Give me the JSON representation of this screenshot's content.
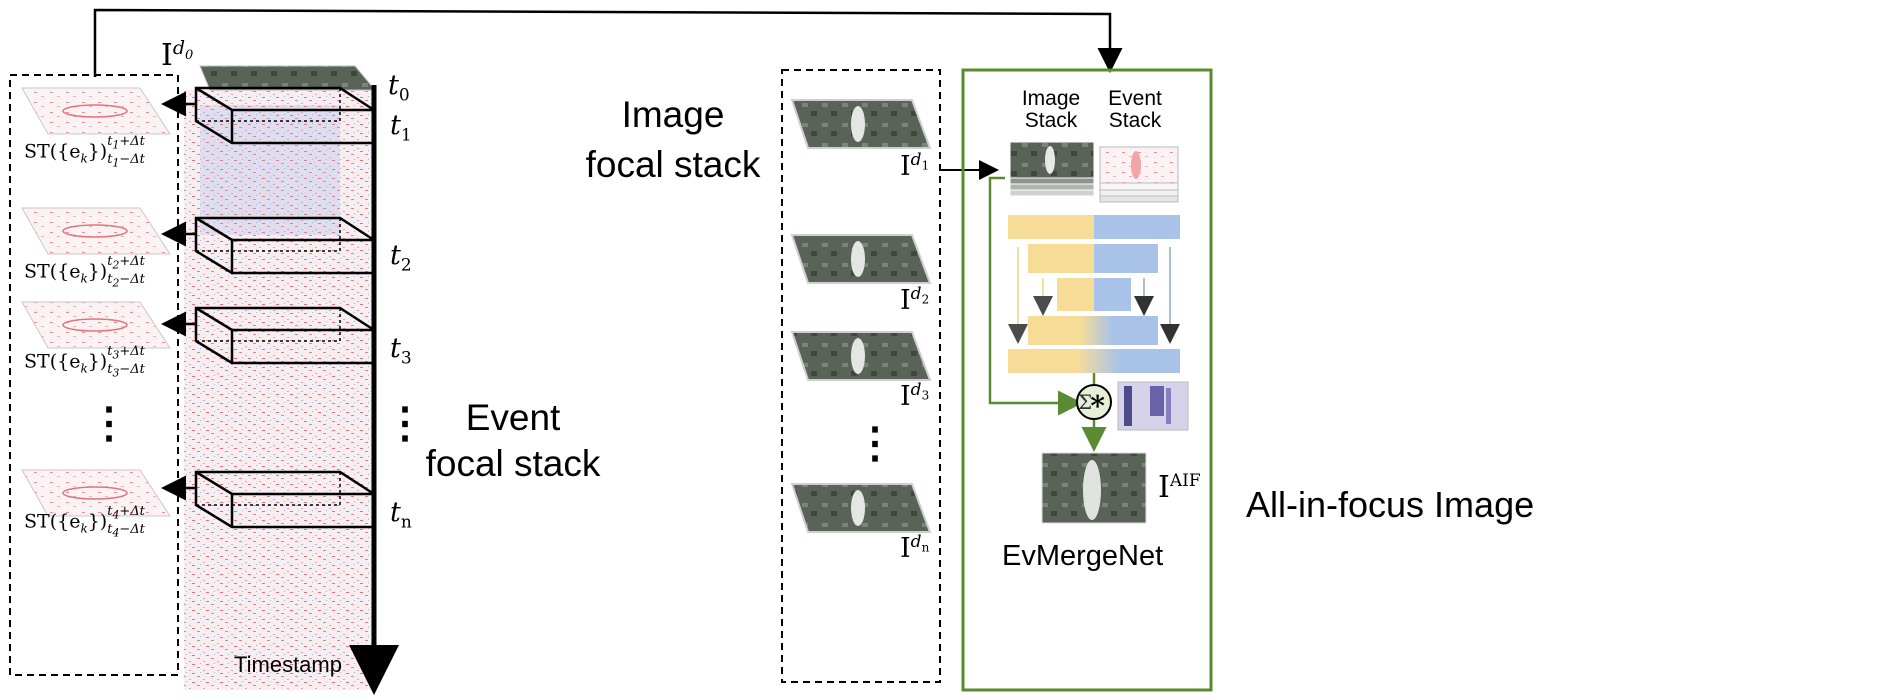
{
  "left": {
    "image_label_base": "I",
    "image_label_sup": "d",
    "image_label_sub": "0",
    "time_var": "t",
    "time_subs": [
      "0",
      "1",
      "2",
      "3",
      "n"
    ],
    "timestamp_label": "Timestamp",
    "event_stack_title": [
      "Event",
      "focal stack"
    ],
    "ellipsis": "⋮",
    "slices": [
      {
        "sub": "1"
      },
      {
        "sub": "2"
      },
      {
        "sub": "3"
      },
      {
        "sub": "4"
      }
    ],
    "st_prefix": "ST({e",
    "st_k": "k",
    "st_close": "})",
    "st_plus": "+Δt",
    "st_minus": "−Δt"
  },
  "middle": {
    "title": [
      "Image",
      "focal stack"
    ],
    "image_base": "I",
    "image_sup": "d",
    "image_subs": [
      "1",
      "2",
      "3",
      "n"
    ],
    "ellipsis": "⋮"
  },
  "network": {
    "col1": [
      "Image",
      "Stack"
    ],
    "col2": [
      "Event",
      "Stack"
    ],
    "op_symbol": "∗",
    "sum_symbol": "Σ",
    "output_base": "I",
    "output_sup": "AIF",
    "name": "EvMergeNet",
    "colors": {
      "border": "#5a8a32",
      "yellow": "#f7dc98",
      "blue": "#a9c3e8"
    }
  },
  "right": {
    "output_title": "All-in-focus Image"
  }
}
